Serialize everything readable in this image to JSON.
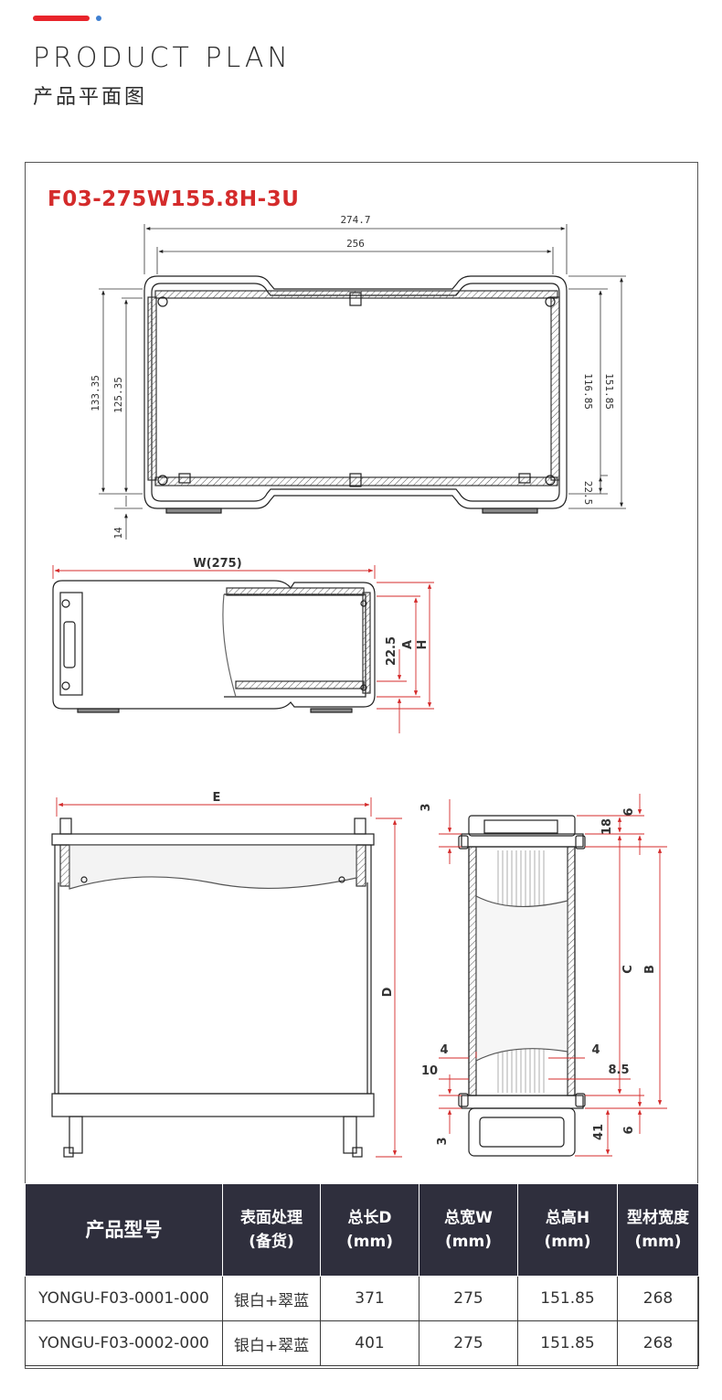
{
  "header": {
    "title_en": "PRODUCT PLAN",
    "title_cn": "产品平面图",
    "accent_color": "#e8242b",
    "dot_color": "#3f7fd1"
  },
  "drawing": {
    "model": "F03-275W155.8H-3U",
    "model_color": "#d42b2b",
    "front_view": {
      "dim_274_7": "274.7",
      "dim_256": "256",
      "dim_133_35": "133.35",
      "dim_125_35": "125.35",
      "dim_14": "14",
      "dim_116_85": "116.85",
      "dim_151_85": "151.85",
      "dim_22_5": "22.5"
    },
    "section_view": {
      "w_label": "W(275)",
      "dim_22_5": "22.5",
      "a_label": "A",
      "h_label": "H"
    },
    "side_view": {
      "e_label": "E",
      "d_label": "D"
    },
    "end_view": {
      "d3_top": "3",
      "d6_top": "6",
      "d18": "18",
      "c_label": "C",
      "b_label": "B",
      "d4_left": "4",
      "d4_right": "4",
      "d10": "10",
      "d8_5": "8.5",
      "d3_bottom": "3",
      "d41": "41",
      "d6_bottom": "6"
    }
  },
  "table": {
    "headers": [
      {
        "line1": "产品型号",
        "line2": ""
      },
      {
        "line1": "表面处理",
        "line2": "(备货)"
      },
      {
        "line1": "总长D",
        "line2": "(mm)"
      },
      {
        "line1": "总宽W",
        "line2": "(mm)"
      },
      {
        "line1": "总高H",
        "line2": "(mm)"
      },
      {
        "line1": "型材宽度",
        "line2": "(mm)"
      }
    ],
    "rows": [
      [
        "YONGU-F03-0001-000",
        "银白+翠蓝",
        "371",
        "275",
        "151.85",
        "268"
      ],
      [
        "YONGU-F03-0002-000",
        "银白+翠蓝",
        "401",
        "275",
        "151.85",
        "268"
      ]
    ]
  }
}
